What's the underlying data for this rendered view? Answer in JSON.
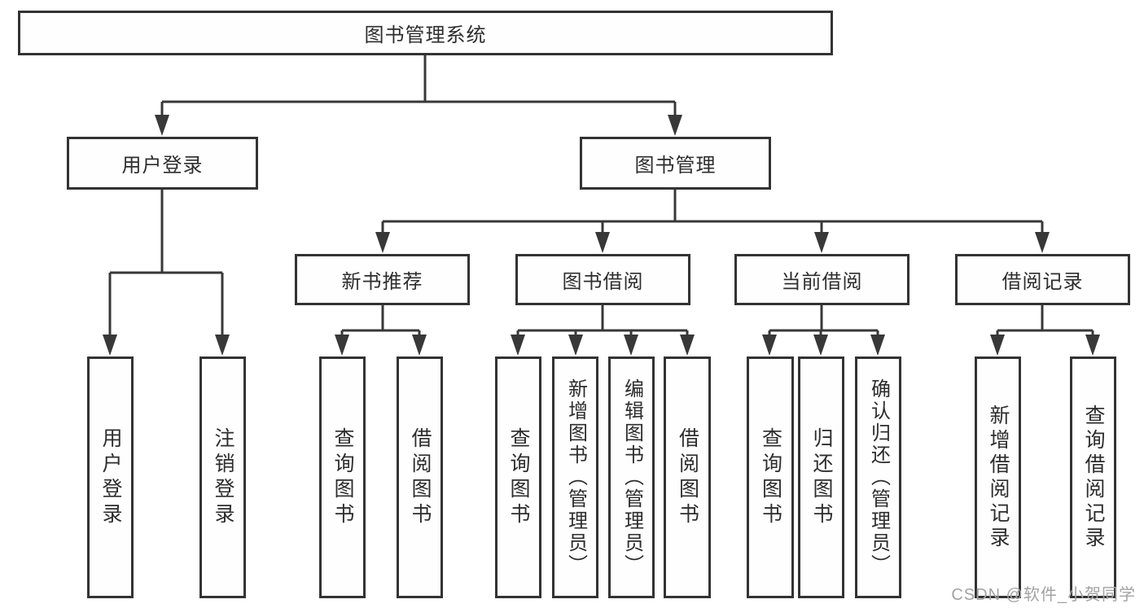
{
  "diagram": {
    "root": {
      "label": "图书管理系统"
    },
    "level2": [
      {
        "label": "用户登录"
      },
      {
        "label": "图书管理"
      }
    ],
    "level3": [
      {
        "label": "新书推荐",
        "parent": "图书管理"
      },
      {
        "label": "图书借阅",
        "parent": "图书管理"
      },
      {
        "label": "当前借阅",
        "parent": "图书管理"
      },
      {
        "label": "借阅记录",
        "parent": "图书管理"
      }
    ],
    "leaves": [
      {
        "label": "用户登录",
        "parent": "用户登录"
      },
      {
        "label": "注销登录",
        "parent": "用户登录"
      },
      {
        "label": "查询图书",
        "parent": "新书推荐"
      },
      {
        "label": "借阅图书",
        "parent": "新书推荐"
      },
      {
        "label": "查询图书",
        "parent": "图书借阅"
      },
      {
        "label": "新增图书（管理员）",
        "parent": "图书借阅"
      },
      {
        "label": "编辑图书（管理员）",
        "parent": "图书借阅"
      },
      {
        "label": "借阅图书",
        "parent": "图书借阅"
      },
      {
        "label": "查询图书",
        "parent": "当前借阅"
      },
      {
        "label": "归还图书",
        "parent": "当前借阅"
      },
      {
        "label": "确认归还（管理员）",
        "parent": "当前借阅"
      },
      {
        "label": "新增借阅记录",
        "parent": "借阅记录"
      },
      {
        "label": "查询借阅记录",
        "parent": "借阅记录"
      }
    ],
    "colors": {
      "line": "#383838",
      "box_border": "#333333",
      "text": "#2d2d2d",
      "background": "#ffffff",
      "watermark": "#a3a3a3"
    }
  },
  "watermark": {
    "text": "CSDN @软件_小贺同学"
  }
}
